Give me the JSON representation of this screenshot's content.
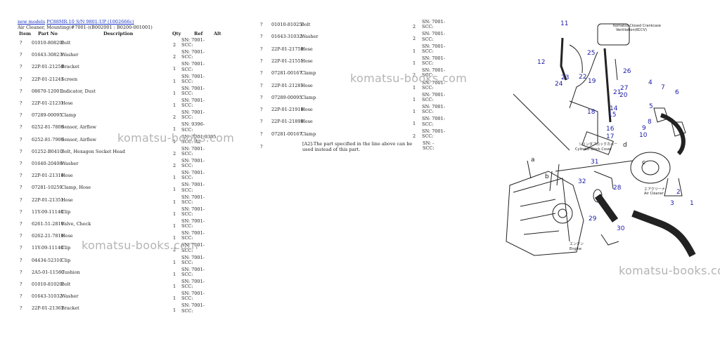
{
  "breadcrumb": {
    "link1": "new models",
    "link2": "PC88MR-10 S/N 9801-UP (1002666c)"
  },
  "subtitle": "Air Cleaner, Mounting(#7001-)(B002001 : B0200-001001)",
  "columns": {
    "item": "Item",
    "part_no": "Part No",
    "description": "Description",
    "qty": "Qty",
    "ref": "Ref",
    "alt": "Alt"
  },
  "left_rows": [
    {
      "item": "?",
      "part": "01010-80820",
      "desc": "Bolt",
      "qty": "2",
      "sn": [
        "SN: 7001-",
        "SCC:"
      ]
    },
    {
      "item": "?",
      "part": "01643-30823",
      "desc": "Washer",
      "qty": "2",
      "sn": [
        "SN: 7001-",
        "SCC:"
      ]
    },
    {
      "item": "?",
      "part": "22P-01-21250",
      "desc": "Bracket",
      "qty": "1",
      "sn": [
        "SN: 7001-",
        "SCC:"
      ]
    },
    {
      "item": "?",
      "part": "22P-01-21241",
      "desc": "Screen",
      "qty": "1",
      "sn": [
        "SN: 7001-",
        "SCC:"
      ]
    },
    {
      "item": "?",
      "part": "08670-12001",
      "desc": "Indicator, Dust",
      "qty": "1",
      "sn": [
        "SN: 7001-",
        "SCC:"
      ]
    },
    {
      "item": "?",
      "part": "22P-01-21231",
      "desc": "Hose",
      "qty": "1",
      "sn": [
        "SN: 7001-",
        "SCC:"
      ]
    },
    {
      "item": "?",
      "part": "07289-00095",
      "desc": "Clamp",
      "qty": "2",
      "sn": [
        "SN: 7001-",
        "SCC:"
      ]
    },
    {
      "item": "?",
      "part": "6252-81-7800",
      "desc": "Sensor, Airflow",
      "qty": "1",
      "sn": [
        "SN: 9396-",
        "SCC:"
      ]
    },
    {
      "item": "?",
      "part": "6252-81-7900",
      "desc": "Sensor, Airflow",
      "qty": "1",
      "sn": [
        "SN: 7001-9395",
        "SCC: A2"
      ]
    },
    {
      "item": "?",
      "part": "01252-B0410",
      "desc": "Bolt, Hexagon Socket Head",
      "qty": "2",
      "sn": [
        "SN: 7001-",
        "SCC:"
      ]
    },
    {
      "item": "?",
      "part": "01640-20408",
      "desc": "Washer",
      "qty": "2",
      "sn": [
        "SN: 7001-",
        "SCC:"
      ]
    },
    {
      "item": "?",
      "part": "22P-01-21310",
      "desc": "Hose",
      "qty": "1",
      "sn": [
        "SN: 7001-",
        "SCC:"
      ]
    },
    {
      "item": "?",
      "part": "07281-10259",
      "desc": "Clamp, Hose",
      "qty": "1",
      "sn": [
        "SN: 7001-",
        "SCC:"
      ]
    },
    {
      "item": "?",
      "part": "22P-01-21351",
      "desc": "Hose",
      "qty": "1",
      "sn": [
        "SN: 7001-",
        "SCC:"
      ]
    },
    {
      "item": "?",
      "part": "11Y-09-11140",
      "desc": "Clip",
      "qty": "1",
      "sn": [
        "SN: 7001-",
        "SCC:"
      ]
    },
    {
      "item": "?",
      "part": "6261-51-2810",
      "desc": "Valve, Check",
      "qty": "1",
      "sn": [
        "SN: 7001-",
        "SCC:"
      ]
    },
    {
      "item": "?",
      "part": "6262-21-7810",
      "desc": "Hose",
      "qty": "1",
      "sn": [
        "SN: 7001-",
        "SCC:"
      ]
    },
    {
      "item": "?",
      "part": "11Y-09-11140",
      "desc": "Clip",
      "qty": "2",
      "sn": [
        "SN: 7001-",
        "SCC:"
      ]
    },
    {
      "item": "?",
      "part": "04434-52310",
      "desc": "Clip",
      "qty": "1",
      "sn": [
        "SN: 7001-",
        "SCC:"
      ]
    },
    {
      "item": "?",
      "part": "2A5-01-11580",
      "desc": "Cushion",
      "qty": "1",
      "sn": [
        "SN: 7001-",
        "SCC:"
      ]
    },
    {
      "item": "?",
      "part": "01010-81020",
      "desc": "Bolt",
      "qty": "1",
      "sn": [
        "SN: 7001-",
        "SCC:"
      ]
    },
    {
      "item": "?",
      "part": "01643-31032",
      "desc": "Washer",
      "qty": "1",
      "sn": [
        "SN: 7001-",
        "SCC:"
      ]
    },
    {
      "item": "?",
      "part": "22P-01-21361",
      "desc": "Bracket",
      "qty": "1",
      "sn": [
        "SN: 7001-",
        "SCC:"
      ]
    }
  ],
  "right_rows": [
    {
      "item": "?",
      "part": "01010-81025",
      "desc": "Bolt",
      "qty": "2",
      "sn": [
        "SN: 7001-",
        "SCC:"
      ]
    },
    {
      "item": "?",
      "part": "01643-31032",
      "desc": "Washer",
      "qty": "2",
      "sn": [
        "SN: 7001-",
        "SCC:"
      ]
    },
    {
      "item": "?",
      "part": "22P-01-21750",
      "desc": "Hose",
      "qty": "1",
      "sn": [
        "SN: 7001-",
        "SCC:"
      ]
    },
    {
      "item": "?",
      "part": "22P-01-21551",
      "desc": "Hose",
      "qty": "1",
      "sn": [
        "SN: 7001-",
        "SCC:"
      ]
    },
    {
      "item": "?",
      "part": "07281-00167",
      "desc": "Clamp",
      "qty": "2",
      "sn": [
        "SN: 7001-",
        "SCC:"
      ]
    },
    {
      "item": "?",
      "part": "22P-01-21281",
      "desc": "Hose",
      "qty": "1",
      "sn": [
        "SN: 7001-",
        "SCC:"
      ]
    },
    {
      "item": "?",
      "part": "07289-00095",
      "desc": "Clamp",
      "qty": "1",
      "sn": [
        "SN: 7001-",
        "SCC:"
      ]
    },
    {
      "item": "?",
      "part": "22P-01-21910",
      "desc": "Hose",
      "qty": "1",
      "sn": [
        "SN: 7001-",
        "SCC:"
      ]
    },
    {
      "item": "?",
      "part": "22P-01-21890",
      "desc": "Hose",
      "qty": "1",
      "sn": [
        "SN: 7001-",
        "SCC:"
      ]
    },
    {
      "item": "?",
      "part": "07281-00167",
      "desc": "Clamp",
      "qty": "2",
      "sn": [
        "SN: 7001-",
        "SCC:"
      ]
    }
  ],
  "note": {
    "item": "?",
    "text": "[A2]-The part specified in the line above can be used instead of this part.",
    "sn": [
      "SN: -",
      "SCC:"
    ]
  },
  "watermark": "komatsu-books.com",
  "watermark_cut": "komatsu-books.co",
  "diagram": {
    "callouts": [
      "11",
      "12",
      "22",
      "23",
      "24",
      "19",
      "25",
      "26",
      "21",
      "27",
      "20",
      "4",
      "5",
      "6",
      "7",
      "8",
      "9",
      "10",
      "14",
      "15",
      "16",
      "17",
      "18",
      "31",
      "32",
      "28",
      "29",
      "30",
      "1",
      "2",
      "3",
      "a",
      "b",
      "c",
      "d"
    ],
    "labels": {
      "ccv_1": "Komatsu Closed Crankcase",
      "ccv_2": "Ventilation(KCCV)",
      "block_jp": "シリンダブロックカバー",
      "block_en": "Cylinder Block Cover",
      "cleaner_jp": "エアクリーナ",
      "cleaner_en": "Air Cleaner",
      "engine_jp": "エンジン",
      "engine_en": "Engine"
    },
    "colors": {
      "callout": "#1a1aa8",
      "line": "#222222"
    }
  }
}
